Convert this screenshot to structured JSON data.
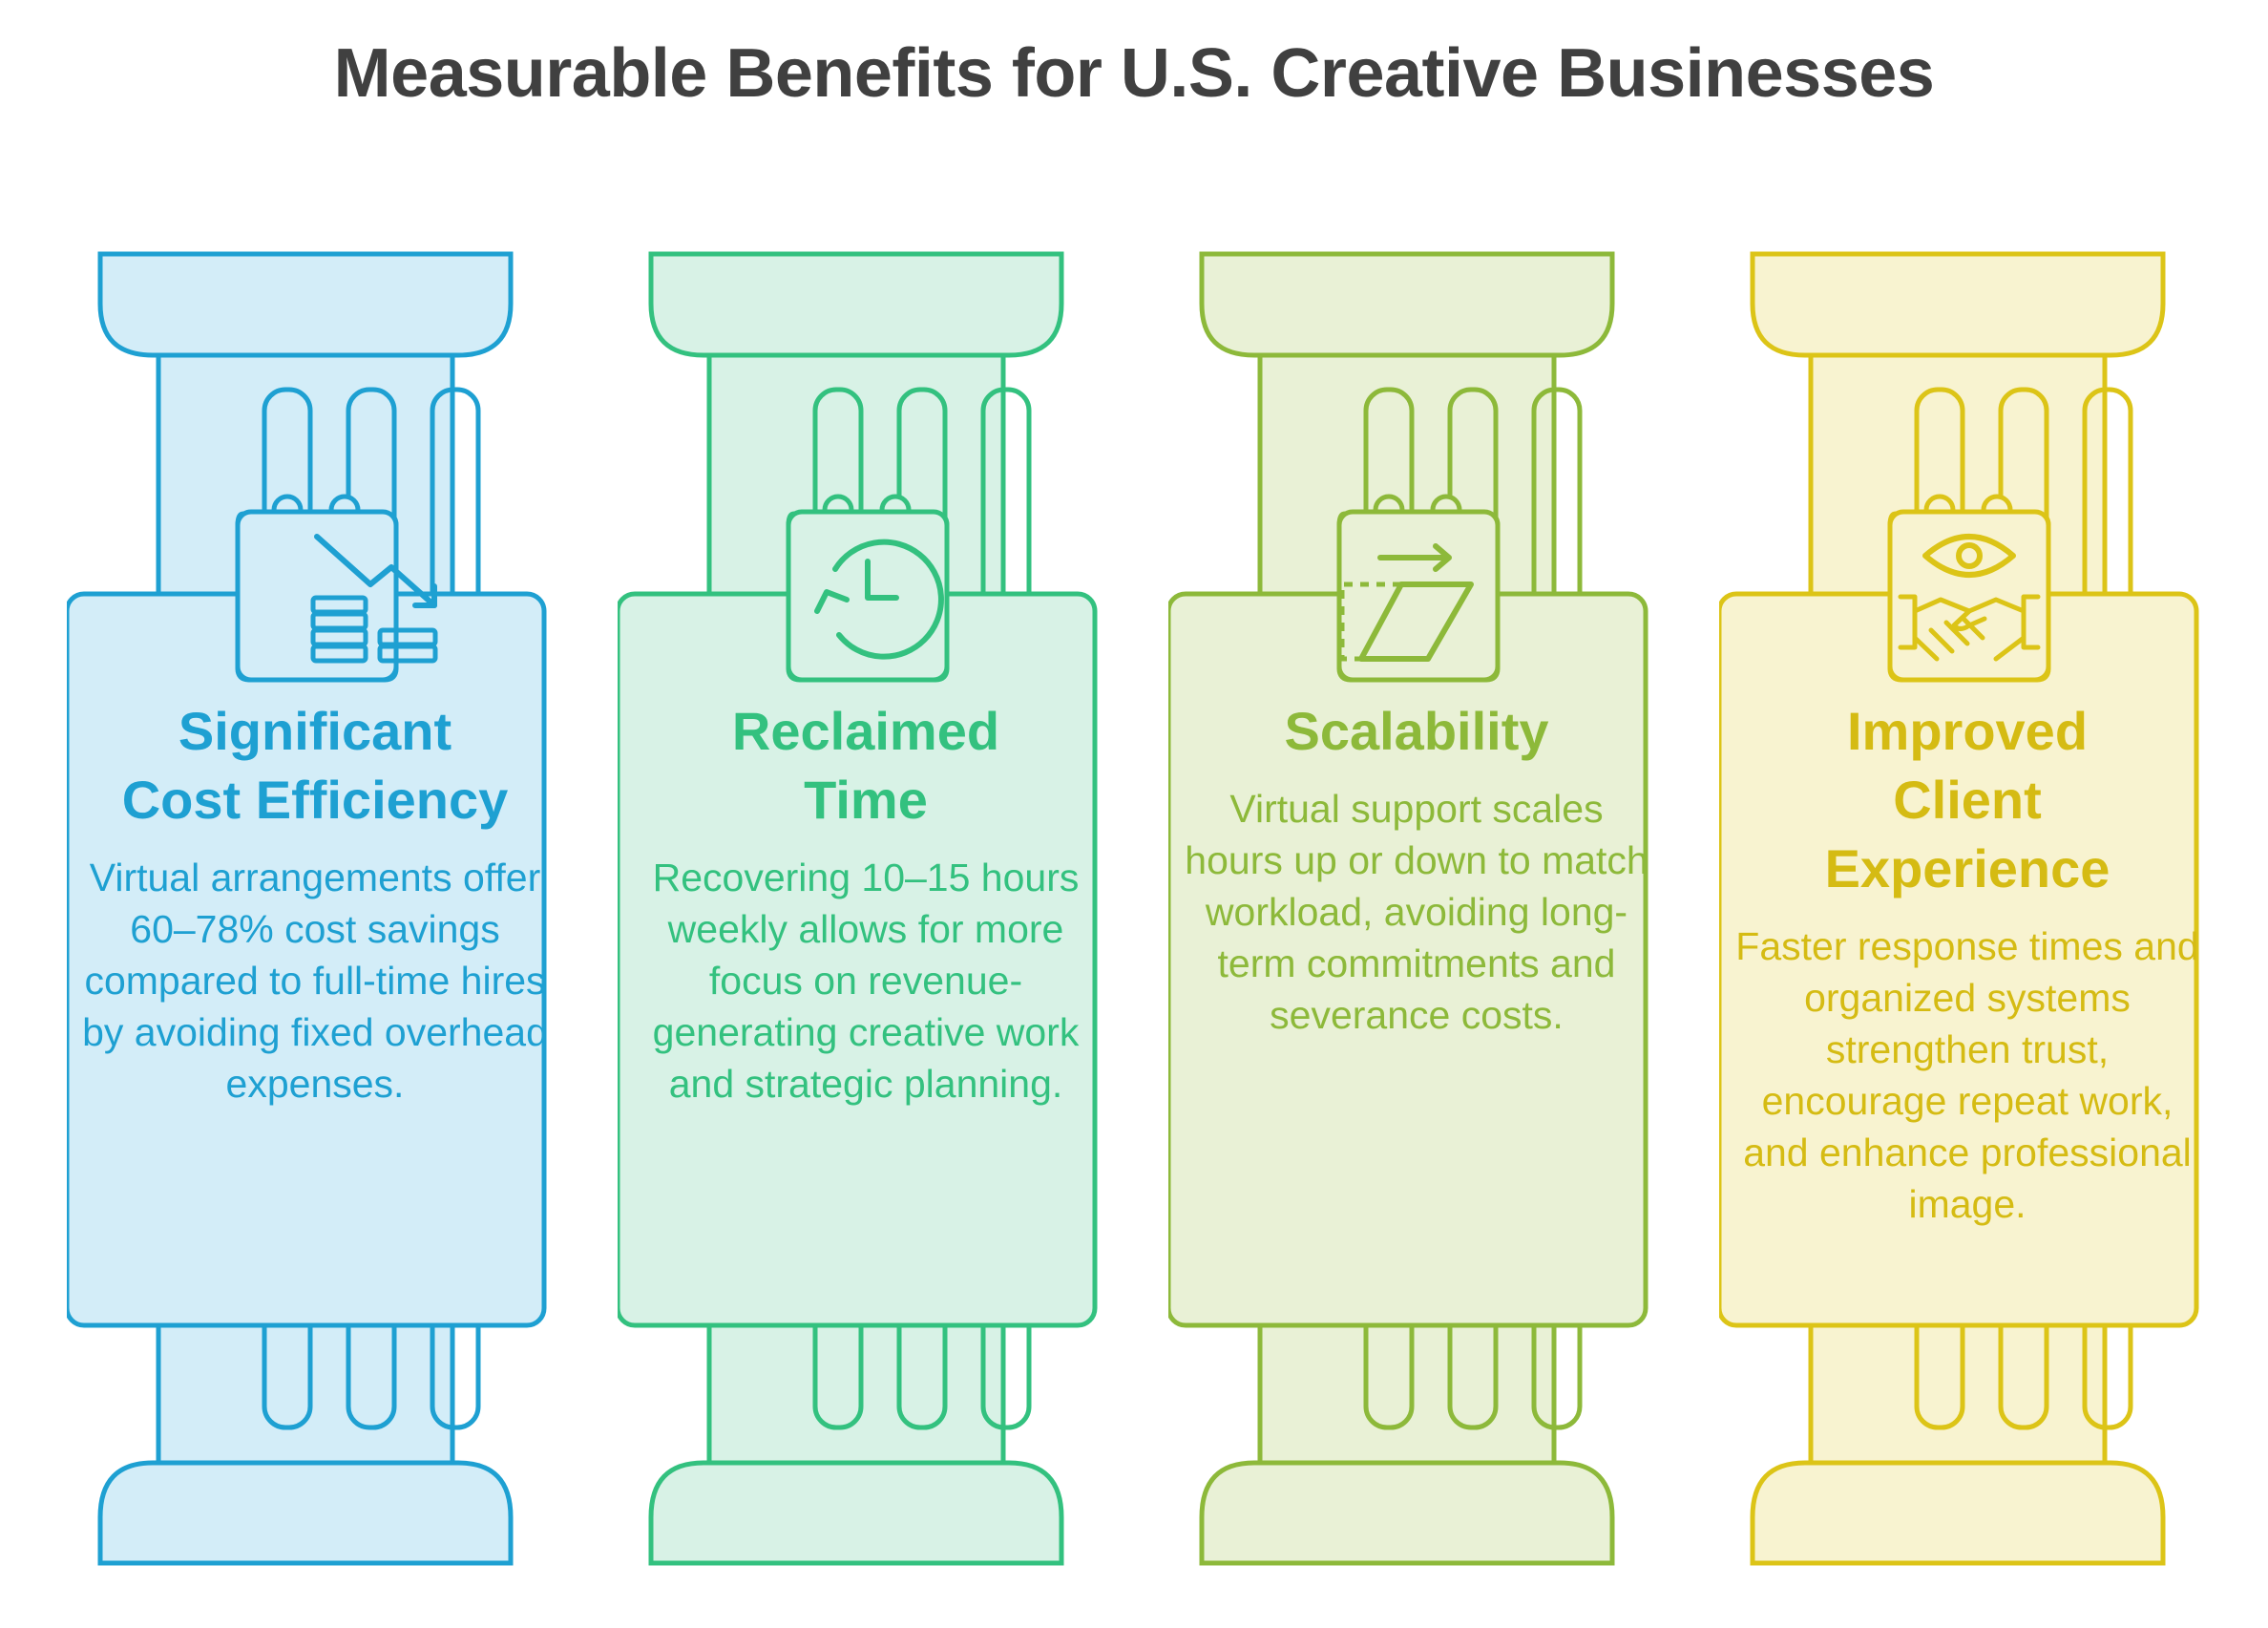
{
  "title": "Measurable Benefits for U.S. Creative Businesses",
  "pillars": [
    {
      "heading_lines": [
        "Significant",
        "Cost Efficiency"
      ],
      "description": "Virtual arrangements offer 60–78% cost savings compared to full-time hires by avoiding fixed overhead expenses.",
      "icon": "declining-chart-coins-icon",
      "stroke": "#1EA0D2",
      "fill": "#D3EDF8",
      "heading_color": "#1EA0D2",
      "text_color": "#1EA0D2"
    },
    {
      "heading_lines": [
        "Reclaimed",
        "Time"
      ],
      "description": "Recovering 10–15 hours weekly allows for more focus on revenue-generating creative work and strategic planning.",
      "icon": "clock-cycle-icon",
      "stroke": "#33C17F",
      "fill": "#D8F2E6",
      "heading_color": "#33C17F",
      "text_color": "#33C17F"
    },
    {
      "heading_lines": [
        "Scalability"
      ],
      "description": "Virtual support scales hours up or down to match workload, avoiding long-term commitments and severance costs.",
      "icon": "scale-shape-arrow-icon",
      "stroke": "#8DB93A",
      "fill": "#E9F1D6",
      "heading_color": "#8DB93A",
      "text_color": "#8DB93A"
    },
    {
      "heading_lines": [
        "Improved",
        "Client",
        "Experience"
      ],
      "description": "Faster response times and organized systems strengthen trust, encourage repeat work, and enhance professional image.",
      "icon": "eye-handshake-icon",
      "stroke": "#DCC417",
      "fill": "#F8F3D0",
      "heading_color": "#D5BB13",
      "text_color": "#D5BB13"
    }
  ]
}
